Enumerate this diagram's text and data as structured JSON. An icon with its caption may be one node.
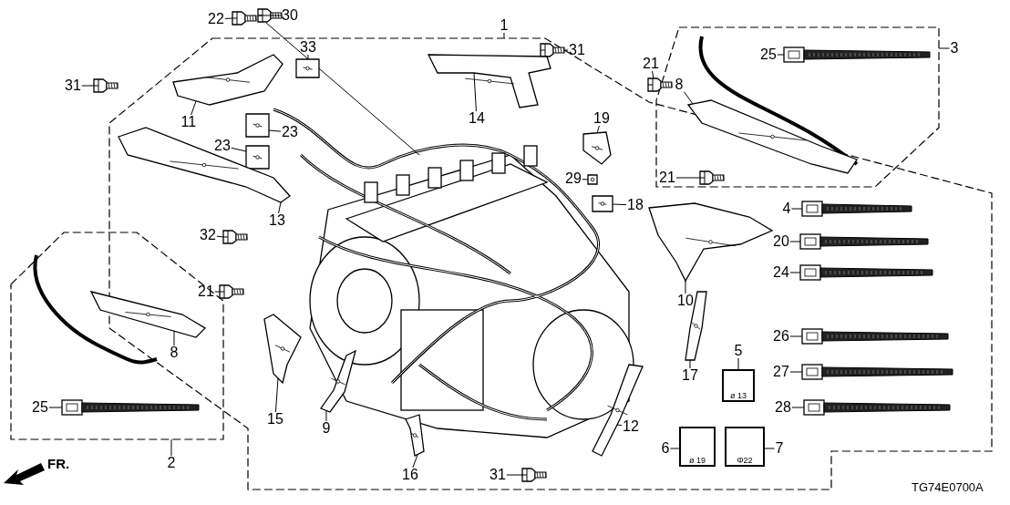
{
  "diagram": {
    "nodes": [
      {
        "text": [
          "30"
        ]
      },
      {
        "text": [
          "22"
        ]
      },
      {
        "text": [
          "1"
        ]
      },
      {
        "text": [
          "3"
        ]
      },
      {
        "text": [
          "31"
        ]
      },
      {
        "text": [
          "33"
        ]
      },
      {
        "text": [
          "25"
        ]
      },
      {
        "text": [
          "21"
        ]
      },
      {
        "text": [
          "31"
        ]
      },
      {
        "text": [
          "8"
        ]
      },
      {
        "text": [
          "14"
        ]
      },
      {
        "text": [
          "11"
        ]
      },
      {
        "text": [
          "19"
        ]
      },
      {
        "text": [
          "23"
        ]
      },
      {
        "text": [
          "23"
        ]
      },
      {
        "text": [
          "21"
        ]
      },
      {
        "text": [
          "29"
        ]
      },
      {
        "text": [
          "18"
        ]
      },
      {
        "text": [
          "4"
        ]
      },
      {
        "text": [
          "13"
        ]
      },
      {
        "text": [
          "32"
        ]
      },
      {
        "text": [
          "20"
        ]
      },
      {
        "text": [
          "24"
        ]
      },
      {
        "text": [
          "21"
        ]
      },
      {
        "text": [
          "10"
        ]
      },
      {
        "text": [
          "26"
        ]
      },
      {
        "text": [
          "5"
        ]
      },
      {
        "text": [
          "8"
        ]
      },
      {
        "text": [
          "17"
        ]
      },
      {
        "text": [
          "27"
        ]
      },
      {
        "text": [
          "25"
        ]
      },
      {
        "text": [
          "28"
        ]
      },
      {
        "text": [
          "15"
        ]
      },
      {
        "text": [
          "9"
        ]
      },
      {
        "text": [
          "12"
        ]
      },
      {
        "text": [
          "6"
        ]
      },
      {
        "text": [
          "7"
        ]
      },
      {
        "text": [
          "2"
        ]
      },
      {
        "text": [
          "16"
        ]
      },
      {
        "text": [
          "31"
        ]
      },
      {
        "text": [],
        "shape": "picture"
      },
      {
        "text": [],
        "shape": "picture"
      },
      {
        "text": [],
        "shape": "picture"
      },
      {
        "text": [],
        "shape": "picture"
      },
      {
        "text": [],
        "shape": "picture"
      },
      {
        "text": [],
        "shape": "picture"
      },
      {
        "text": [],
        "shape": "picture"
      },
      {
        "text": [],
        "shape": "picture"
      },
      {
        "text": [],
        "shape": "picture"
      },
      {
        "text": [],
        "shape": "picture"
      },
      {
        "text": [],
        "shape": "picture"
      },
      {
        "text": [],
        "shape": "picture"
      },
      {
        "text": [],
        "shape": "picture"
      },
      {
        "text": [],
        "shape": "picture"
      },
      {
        "text": [],
        "shape": "picture"
      },
      {
        "text": [],
        "shape": "picture"
      },
      {
        "text": [],
        "shape": "picture"
      },
      {
        "text": [],
        "shape": "picture"
      },
      {
        "text": [],
        "shape": "picture"
      },
      {
        "text": [],
        "shape": "picture"
      },
      {
        "text": [],
        "shape": "picture"
      },
      {
        "text": [],
        "shape": "picture"
      },
      {
        "text": [],
        "shape": "picture"
      },
      {
        "text": [],
        "shape": "picture"
      },
      {
        "text": [
          "ø 13"
        ]
      },
      {
        "text": [],
        "shape": "picture"
      },
      {
        "text": [],
        "shape": "picture"
      },
      {
        "text": [],
        "shape": "picture"
      },
      {
        "text": [],
        "shape": "picture"
      },
      {
        "text": [],
        "shape": "picture"
      },
      {
        "text": [],
        "shape": "picture"
      },
      {
        "text": [],
        "shape": "picture"
      },
      {
        "text": [],
        "shape": "picture"
      },
      {
        "text": [
          "ø 19"
        ]
      },
      {
        "text": [
          "Φ22"
        ]
      },
      {
        "text": [],
        "shape": "picture"
      },
      {
        "text": [],
        "shape": "picture"
      }
    ],
    "edges": [
      {
        "from": 0,
        "to": 40,
        "arrow": "none"
      },
      {
        "from": 1,
        "to": 41,
        "arrow": "none"
      },
      {
        "from": 2,
        "to": null,
        "arrow": "none"
      },
      {
        "from": 3,
        "to": null,
        "arrow": "none"
      },
      {
        "from": 4,
        "to": 42,
        "arrow": "none"
      },
      {
        "from": 5,
        "to": 43,
        "arrow": "none"
      },
      {
        "from": 6,
        "to": 44,
        "arrow": "none"
      },
      {
        "from": 7,
        "to": 45,
        "arrow": "none"
      },
      {
        "from": 8,
        "to": 46,
        "arrow": "none"
      },
      {
        "from": 9,
        "to": 47,
        "arrow": "none"
      },
      {
        "from": 10,
        "to": 48,
        "arrow": "none"
      },
      {
        "from": 11,
        "to": 49,
        "arrow": "none"
      },
      {
        "from": 12,
        "to": 50,
        "arrow": "none"
      },
      {
        "from": 13,
        "to": 51,
        "arrow": "none"
      },
      {
        "from": 14,
        "to": 52,
        "arrow": "none"
      },
      {
        "from": 15,
        "to": 53,
        "arrow": "none"
      },
      {
        "from": 16,
        "to": 54,
        "arrow": "none"
      },
      {
        "from": 17,
        "to": 55,
        "arrow": "none"
      },
      {
        "from": 18,
        "to": 56,
        "arrow": "none"
      },
      {
        "from": 19,
        "to": 57,
        "arrow": "none"
      },
      {
        "from": 20,
        "to": 58,
        "arrow": "none"
      },
      {
        "from": 21,
        "to": 59,
        "arrow": "none"
      },
      {
        "from": 22,
        "to": 60,
        "arrow": "none"
      },
      {
        "from": 23,
        "to": 61,
        "arrow": "none"
      },
      {
        "from": 24,
        "to": 62,
        "arrow": "none"
      },
      {
        "from": 25,
        "to": 63,
        "arrow": "none"
      },
      {
        "from": 26,
        "to": 64,
        "arrow": "none"
      },
      {
        "from": 27,
        "to": 65,
        "arrow": "none"
      },
      {
        "from": 28,
        "to": 66,
        "arrow": "none"
      },
      {
        "from": 29,
        "to": 67,
        "arrow": "none"
      },
      {
        "from": 30,
        "to": 68,
        "arrow": "none"
      },
      {
        "from": 31,
        "to": 69,
        "arrow": "none"
      },
      {
        "from": 32,
        "to": 70,
        "arrow": "none"
      },
      {
        "from": 33,
        "to": 71,
        "arrow": "none"
      },
      {
        "from": 34,
        "to": 72,
        "arrow": "none"
      },
      {
        "from": 35,
        "to": 73,
        "arrow": "none"
      },
      {
        "from": 36,
        "to": 74,
        "arrow": "none"
      },
      {
        "from": 37,
        "to": null,
        "arrow": "none"
      },
      {
        "from": 38,
        "to": 75,
        "arrow": "none"
      },
      {
        "from": 39,
        "to": 76,
        "arrow": "none"
      }
    ],
    "labels": [
      "FR.",
      "TG74E0700A"
    ]
  }
}
